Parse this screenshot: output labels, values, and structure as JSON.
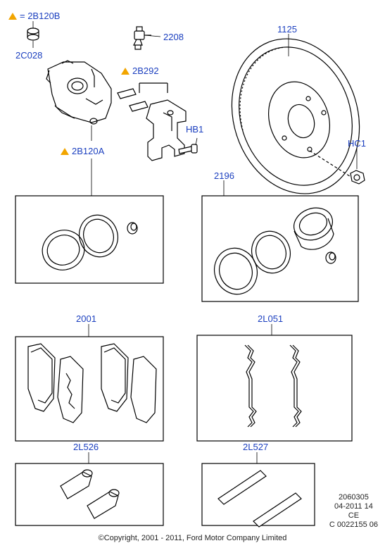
{
  "legend": {
    "symbol_note": "= 2B120B"
  },
  "callouts": {
    "c2C028": "2C028",
    "c2208": "2208",
    "c1125": "1125",
    "c2B292": "2B292",
    "cHB1": "HB1",
    "cHC1": "HC1",
    "c2B120A": "2B120A",
    "c2196": "2196",
    "c2001": "2001",
    "c2L051": "2L051",
    "c2L526": "2L526",
    "c2L527": "2L527"
  },
  "meta": {
    "line1": "2060305",
    "line2": "04-2011 14",
    "line3": "CE",
    "line4": "C 0022155 06"
  },
  "copyright": "©Copyright, 2001 - 2011, Ford Motor Company Limited",
  "colors": {
    "callout": "#1b3fbf",
    "warning_triangle": "#f2a500",
    "line": "#000000"
  }
}
